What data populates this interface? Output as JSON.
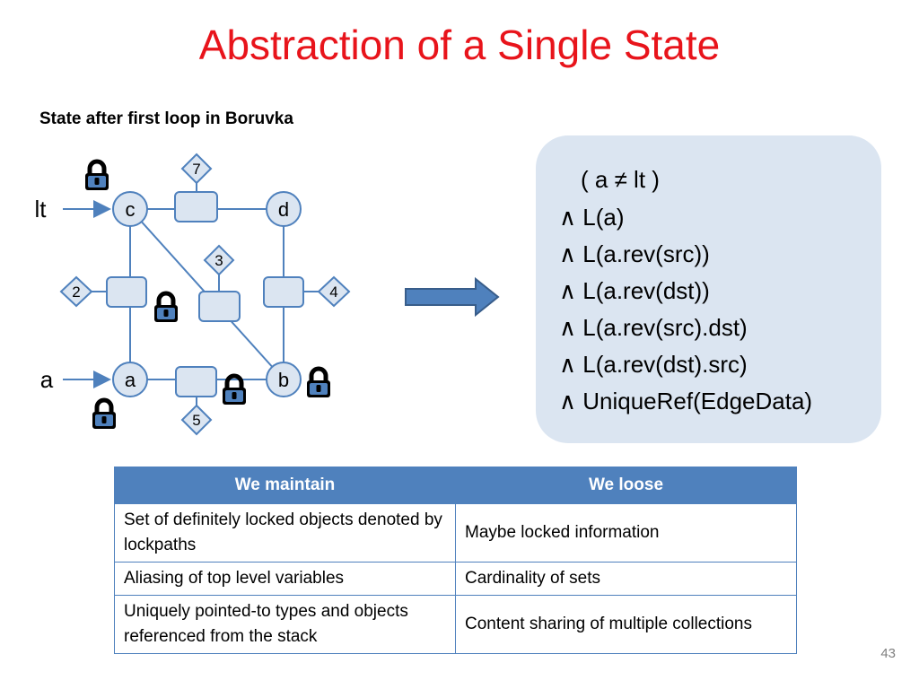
{
  "title": "Abstraction of a Single State",
  "subtitle": "State after first loop in Boruvka",
  "graph": {
    "variables": {
      "lt": "lt",
      "a": "a"
    },
    "nodes": {
      "c": "c",
      "d": "d",
      "a": "a",
      "b": "b"
    },
    "edge_labels": {
      "e7": "7",
      "e3": "3",
      "e2": "2",
      "e4": "4",
      "e5": "5"
    }
  },
  "formula": [
    "( a ≠ lt )",
    "∧ L(a)",
    "∧ L(a.rev(src))",
    "∧ L(a.rev(dst))",
    "∧ L(a.rev(src).dst)",
    "∧ L(a.rev(dst).src)",
    "∧ UniqueRef(EdgeData)"
  ],
  "table": {
    "headers": [
      "We maintain",
      "We loose"
    ],
    "rows": [
      [
        "Set of definitely locked objects denoted by lockpaths",
        "Maybe locked information"
      ],
      [
        "Aliasing of top level variables",
        "Cardinality of sets"
      ],
      [
        "Uniquely pointed-to types and objects referenced from the stack",
        "Content sharing of multiple collections"
      ]
    ]
  },
  "page_number": "43",
  "colors": {
    "title": "#e8141b",
    "node_fill": "#dbe5f1",
    "node_stroke": "#4f81bd",
    "lock_blue": "#4f81bd",
    "arrow": "#4f81bd",
    "table_header": "#4f81bd"
  }
}
